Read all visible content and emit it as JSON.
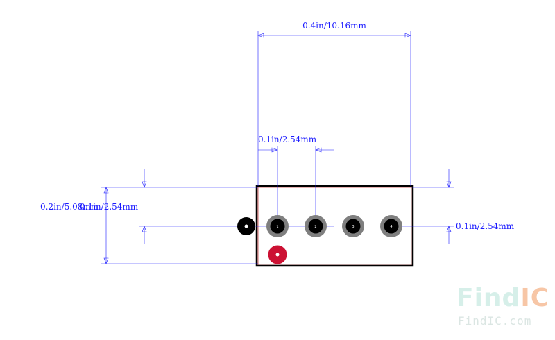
{
  "diagram": {
    "dimensions": {
      "width_overall": "0.4in/10.16mm",
      "pitch_top": "0.1in/2.54mm",
      "height_left": "0.2in/5.08mm",
      "offset_left": "0.1in/2.54mm",
      "offset_right": "0.1in/2.54mm"
    },
    "pins": [
      {
        "label": "1"
      },
      {
        "label": "2"
      },
      {
        "label": "3"
      },
      {
        "label": "4"
      }
    ],
    "colors": {
      "dimension": "#1a1aff",
      "outline": "#000000",
      "pad_ring": "#7f7f7f",
      "pad_hole": "#000000",
      "marker": "#cc1133",
      "body_inner": "#cc6666"
    }
  },
  "watermark": {
    "logo_main": "Find",
    "logo_accent": "IC",
    "url": "FindIC.com"
  }
}
